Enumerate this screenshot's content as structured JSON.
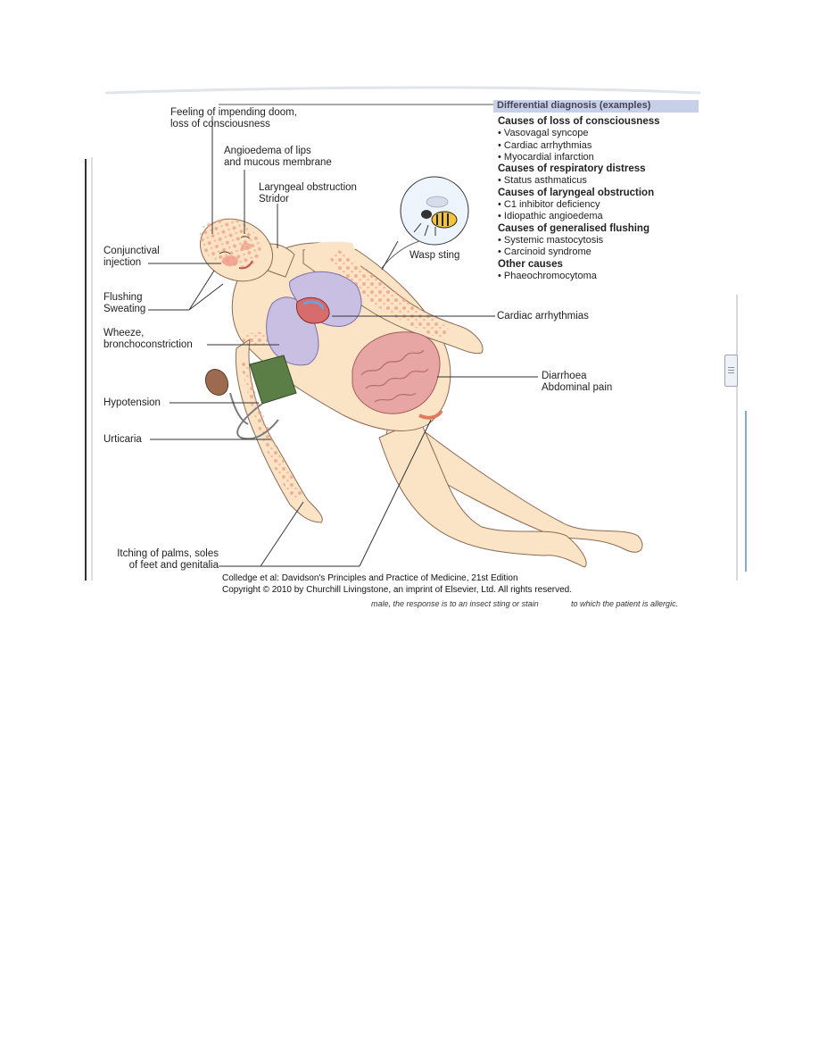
{
  "differential": {
    "title": "Differential diagnosis (examples)",
    "groups": [
      {
        "heading": "Causes of loss of consciousness",
        "items": [
          "Vasovagal syncope",
          "Cardiac arrhythmias",
          "Myocardial infarction"
        ]
      },
      {
        "heading": "Causes of respiratory distress",
        "items": [
          "Status asthmaticus"
        ]
      },
      {
        "heading": "Causes of laryngeal obstruction",
        "items": [
          "C1 inhibitor deficiency",
          "Idiopathic angioedema"
        ]
      },
      {
        "heading": "Causes of generalised flushing",
        "items": [
          "Systemic mastocytosis",
          "Carcinoid syndrome"
        ]
      },
      {
        "heading": "Other causes",
        "items": [
          "Phaeochromocytoma"
        ]
      }
    ]
  },
  "labels": {
    "impending_doom_1": "Feeling of impending doom,",
    "impending_doom_2": "loss of consciousness",
    "angioedema_1": "Angioedema of lips",
    "angioedema_2": "and mucous membrane",
    "laryngeal_1": "Laryngeal obstruction",
    "laryngeal_2": "Stridor",
    "conjunctival_1": "Conjunctival",
    "conjunctival_2": "injection",
    "flushing_1": "Flushing",
    "flushing_2": "Sweating",
    "wheeze_1": "Wheeze,",
    "wheeze_2": "bronchoconstriction",
    "hypotension": "Hypotension",
    "urticaria": "Urticaria",
    "itching_1": "Itching of palms, soles",
    "itching_2": "of feet and genitalia",
    "wasp": "Wasp sting",
    "cardiac": "Cardiac arrhythmias",
    "diarrhoea_1": "Diarrhoea",
    "diarrhoea_2": "Abdominal pain"
  },
  "credit": {
    "line1": "Colledge et al: Davidson's Principles and Practice of Medicine, 21st Edition",
    "line2": "Copyright © 2010 by Churchill Livingstone, an imprint of Elsevier, Ltd. All rights reserved."
  },
  "cutoff": {
    "left": "male, the response is to an insect sting or stain",
    "right": "to which the patient is allergic."
  },
  "colors": {
    "skin": "#fbe3c6",
    "rash": "#f0a483",
    "lung": "#c9bfe3",
    "intestine": "#e7a6a3",
    "cuff": "#5b7e47",
    "panel_header": "#c7d0e8"
  }
}
